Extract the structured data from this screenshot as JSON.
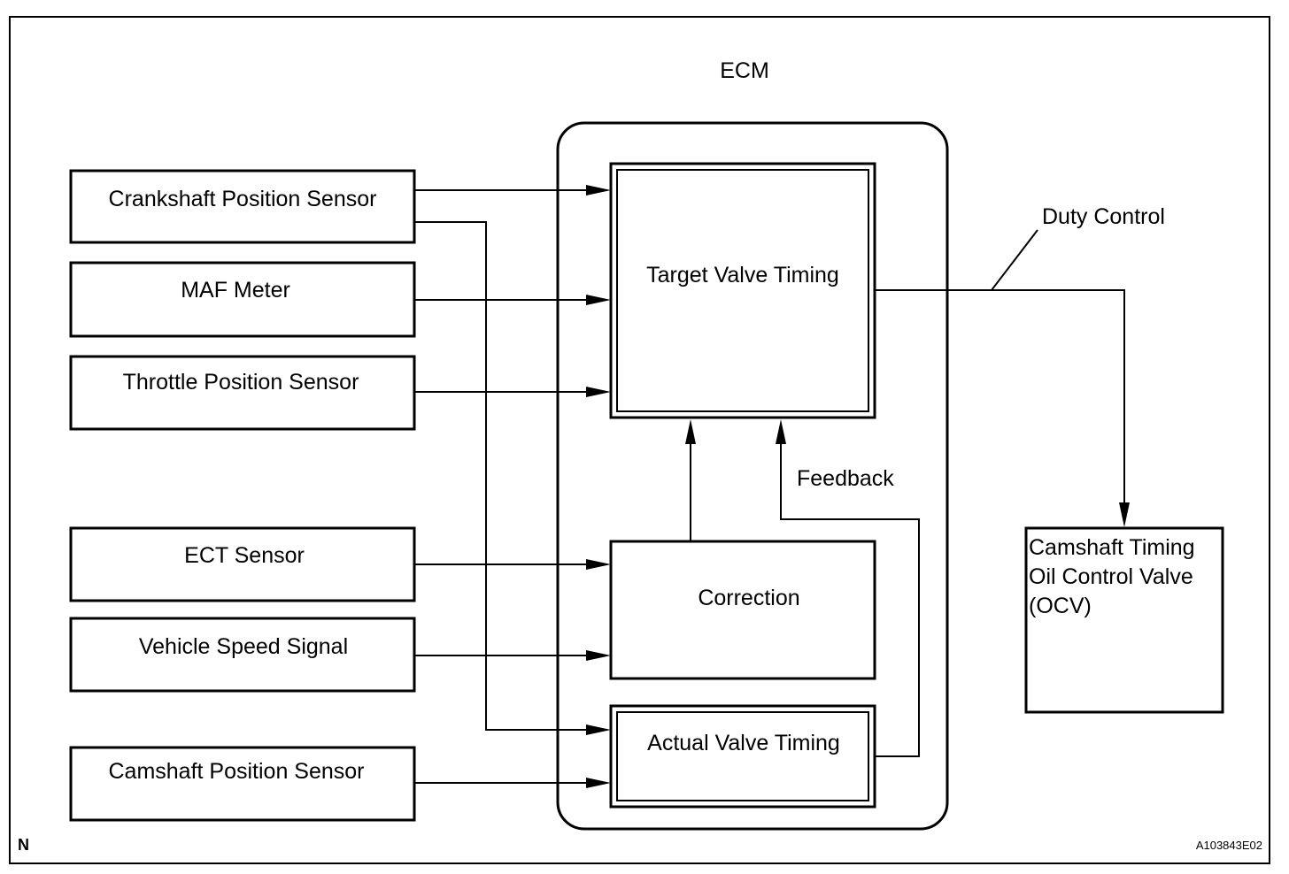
{
  "diagram": {
    "ecm_label": "ECM",
    "inputs": {
      "crankshaft": "Crankshaft Position Sensor",
      "maf": "MAF Meter",
      "throttle": "Throttle Position Sensor",
      "ect": "ECT Sensor",
      "vehicle_speed": "Vehicle Speed Signal",
      "camshaft": "Camshaft Position Sensor"
    },
    "blocks": {
      "target": "Target Valve Timing",
      "correction": "Correction",
      "actual": "Actual Valve Timing"
    },
    "feedback_label": "Feedback",
    "duty_control_label": "Duty Control",
    "ocv_lines": [
      "Camshaft Timing",
      "Oil Control Valve",
      "(OCV)"
    ],
    "corner_mark": "N",
    "figure_code": "A103843E02"
  }
}
